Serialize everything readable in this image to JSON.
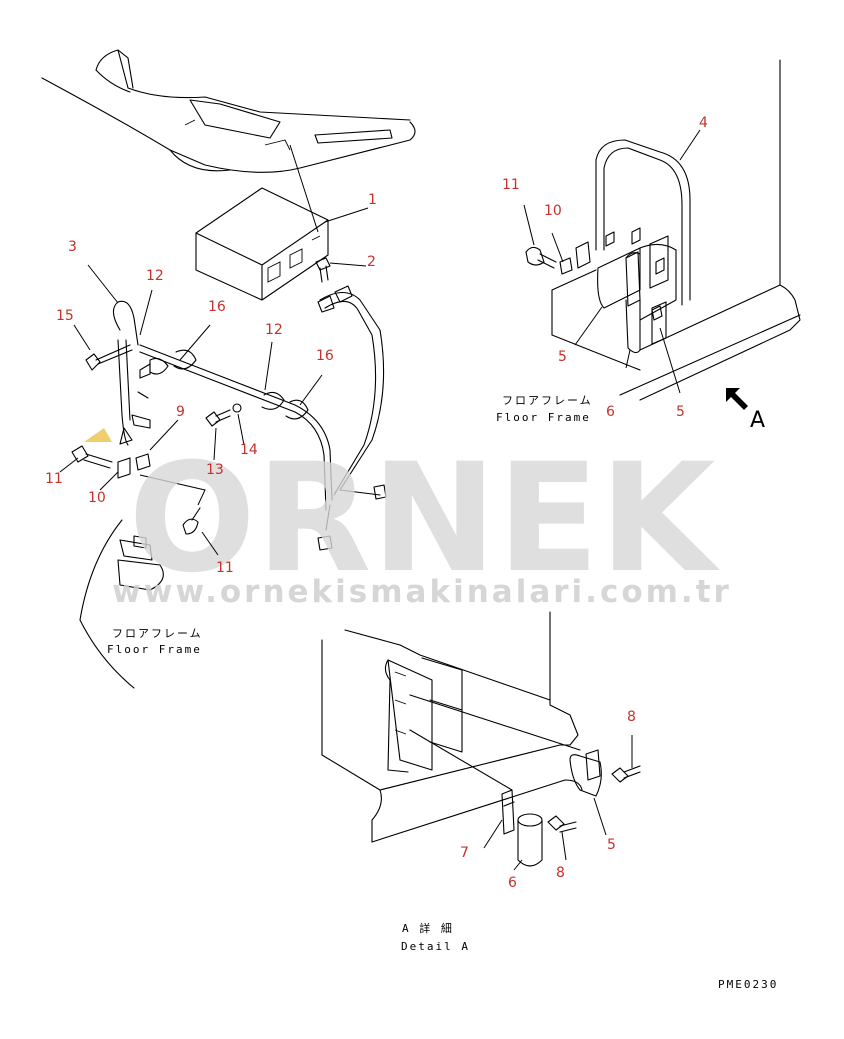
{
  "watermark": {
    "brand": "ORNEK",
    "url": "www.ornekismakinalari.com.tr"
  },
  "view_label": "A",
  "captions": {
    "floor_frame_left_jp": "フロアフレーム",
    "floor_frame_left_en": "Floor Frame",
    "floor_frame_right_jp": "フロアフレーム",
    "floor_frame_right_en": "Floor Frame",
    "detail_jp": "A 詳 細",
    "detail_en": "Detail A",
    "drawing_code": "PME0230"
  },
  "callouts": [
    {
      "id": "c1",
      "text": "1"
    },
    {
      "id": "c2",
      "text": "2"
    },
    {
      "id": "c3",
      "text": "3"
    },
    {
      "id": "c4",
      "text": "4"
    },
    {
      "id": "c5a",
      "text": "5"
    },
    {
      "id": "c5b",
      "text": "5"
    },
    {
      "id": "c5c",
      "text": "5"
    },
    {
      "id": "c6a",
      "text": "6"
    },
    {
      "id": "c6b",
      "text": "6"
    },
    {
      "id": "c7",
      "text": "7"
    },
    {
      "id": "c8a",
      "text": "8"
    },
    {
      "id": "c8b",
      "text": "8"
    },
    {
      "id": "c9",
      "text": "9"
    },
    {
      "id": "c10a",
      "text": "10"
    },
    {
      "id": "c10b",
      "text": "10"
    },
    {
      "id": "c11a",
      "text": "11"
    },
    {
      "id": "c11b",
      "text": "11"
    },
    {
      "id": "c11c",
      "text": "11"
    },
    {
      "id": "c12a",
      "text": "12"
    },
    {
      "id": "c12b",
      "text": "12"
    },
    {
      "id": "c13",
      "text": "13"
    },
    {
      "id": "c14",
      "text": "14"
    },
    {
      "id": "c15",
      "text": "15"
    },
    {
      "id": "c16a",
      "text": "16"
    },
    {
      "id": "c16b",
      "text": "16"
    }
  ],
  "colors": {
    "callout": "#c4322c",
    "line": "#000000",
    "watermark": "#d8d8d8",
    "watermark_accent": "#e8c34a"
  }
}
